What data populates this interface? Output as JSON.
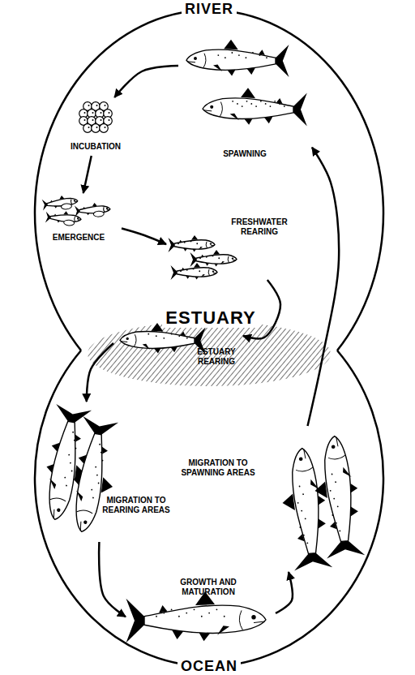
{
  "diagram": {
    "nodes": [
      {
        "text": [
          "RIVER"
        ]
      },
      {
        "text": [
          "SPAWNING"
        ],
        "in": 0
      },
      {
        "text": [
          "INCUBATION"
        ],
        "in": 0
      },
      {
        "text": [
          "EMERGENCE"
        ],
        "in": 0
      },
      {
        "text": [
          "FRESHWATER REARING"
        ],
        "in": 0
      },
      {
        "text": [
          "ESTUARY"
        ]
      },
      {
        "text": [
          "ESTUARY REARING"
        ],
        "in": 5
      },
      {
        "text": [
          "OCEAN"
        ]
      },
      {
        "text": [
          "MIGRATION TO REARING AREAS"
        ],
        "in": 7
      },
      {
        "text": [
          "GROWTH AND MATURATION"
        ],
        "in": 7
      },
      {
        "text": [
          "MIGRATION TO SPAWNING AREAS"
        ],
        "in": 7
      }
    ],
    "edges": [
      {
        "from": 1,
        "to": 2,
        "arrow": "to"
      },
      {
        "from": 2,
        "to": 3,
        "arrow": "to"
      },
      {
        "from": 3,
        "to": 4,
        "arrow": "to"
      },
      {
        "from": 4,
        "to": 6,
        "arrow": "to"
      },
      {
        "from": 6,
        "to": 8,
        "arrow": "to"
      },
      {
        "from": 8,
        "to": 9,
        "arrow": "to"
      },
      {
        "from": 9,
        "to": 10,
        "arrow": "to"
      },
      {
        "from": 10,
        "to": 1,
        "arrow": "to"
      }
    ]
  }
}
